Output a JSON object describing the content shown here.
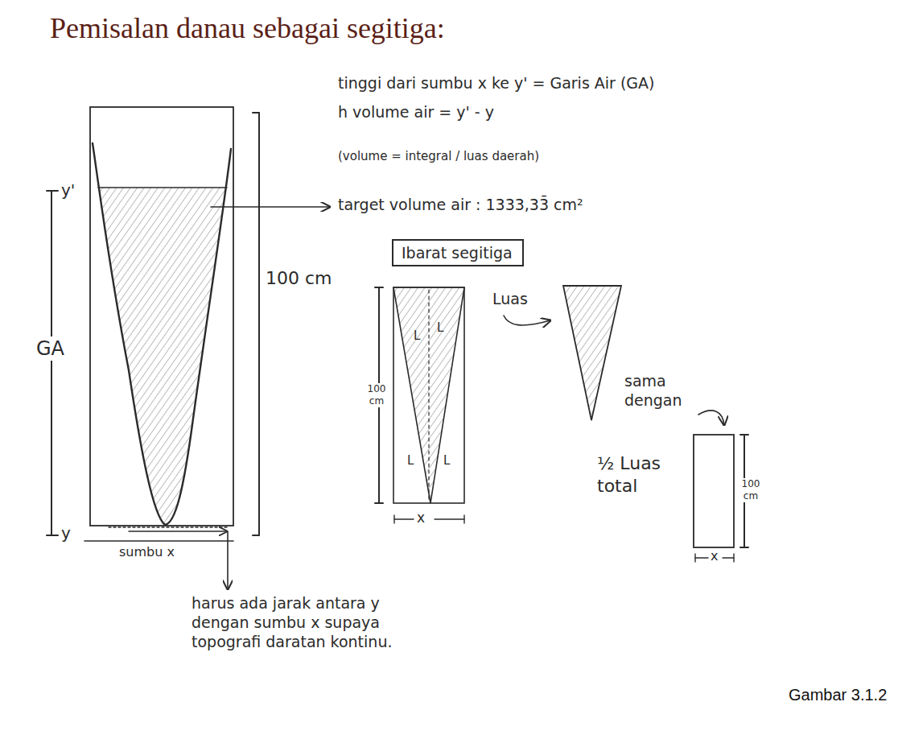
{
  "diagram": {
    "title": "Pemisalan danau sebagai segitiga:",
    "caption": "Gambar 3.1.2",
    "nodes": [
      {
        "text": [
          "Ibarat segitiga"
        ]
      }
    ],
    "labels": [
      "tinggi dari sumbu x ke y' = Garis Air (GA)",
      "h volume air = y' - y",
      "(volume = integral / luas daerah)",
      "target volume air : 1333,33̄ cm²",
      "y'",
      "GA",
      "y",
      "sumbu x",
      "100 cm",
      "harus ada jarak antara y dengan sumbu x supaya topografi daratan kontinu.",
      "100 cm",
      "L",
      "L",
      "L",
      "L",
      "x",
      "Luas",
      "sama dengan",
      "½ Luas total",
      "100 cm",
      "x"
    ]
  }
}
